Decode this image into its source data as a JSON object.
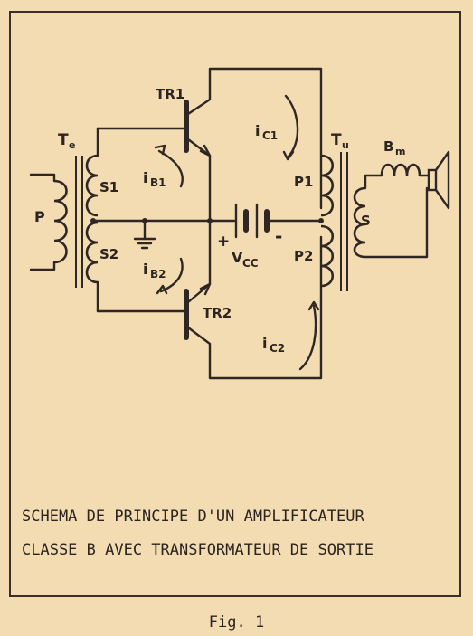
{
  "labels": {
    "tr1": "TR1",
    "tr2": "TR2",
    "te": "T",
    "te_sub": "e",
    "tu": "T",
    "tu_sub": "u",
    "bm": "B",
    "bm_sub": "m",
    "p_primary": "P",
    "s1": "S1",
    "s2": "S2",
    "p1": "P1",
    "p2": "P2",
    "s_out": "S",
    "ib1": "i",
    "ib1_sub": "B1",
    "ib2": "i",
    "ib2_sub": "B2",
    "ic1": "i",
    "ic1_sub": "C1",
    "ic2": "i",
    "ic2_sub": "C2",
    "vcc": "V",
    "vcc_sub": "CC",
    "plus": "+",
    "minus": "-"
  },
  "caption": {
    "line1": "SCHEMA DE PRINCIPE D'UN AMPLIFICATEUR",
    "line2": "CLASSE B AVEC TRANSFORMATEUR DE SORTIE"
  },
  "figure_label": "Fig. 1"
}
